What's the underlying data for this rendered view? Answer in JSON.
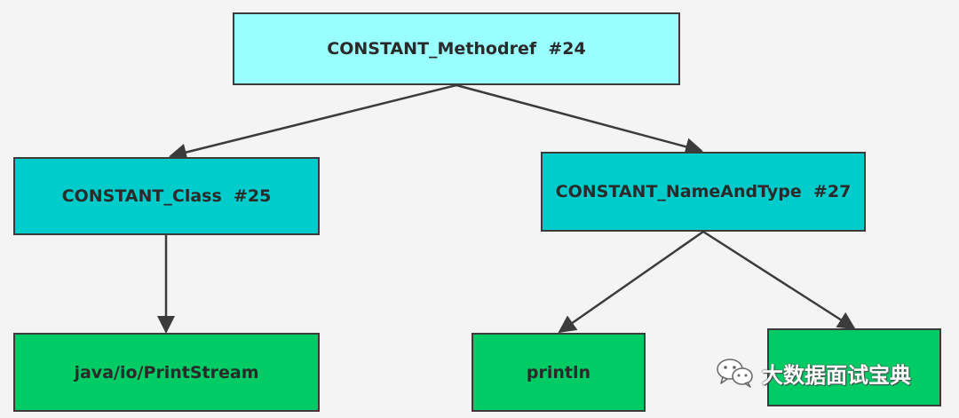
{
  "colors": {
    "root_fill": "#99ffff",
    "mid_fill": "#00cccc",
    "leaf_fill": "#00cc66",
    "border": "#3b3b3b",
    "edge": "#3b3b3b"
  },
  "nodes": {
    "methodref": {
      "label": "CONSTANT_Methodref  #24"
    },
    "class": {
      "label": "CONSTANT_Class  #25"
    },
    "nameandtype": {
      "label": "CONSTANT_NameAndType  #27"
    },
    "printstream": {
      "label": "java/io/PrintStream"
    },
    "println": {
      "label": "println"
    },
    "descriptor": {
      "label": ""
    }
  },
  "edges": [
    {
      "from": "methodref",
      "to": "class"
    },
    {
      "from": "methodref",
      "to": "nameandtype"
    },
    {
      "from": "class",
      "to": "printstream"
    },
    {
      "from": "nameandtype",
      "to": "println"
    },
    {
      "from": "nameandtype",
      "to": "descriptor"
    }
  ],
  "watermark": {
    "icon": "wechat-icon",
    "text": "大数据面试宝典"
  }
}
